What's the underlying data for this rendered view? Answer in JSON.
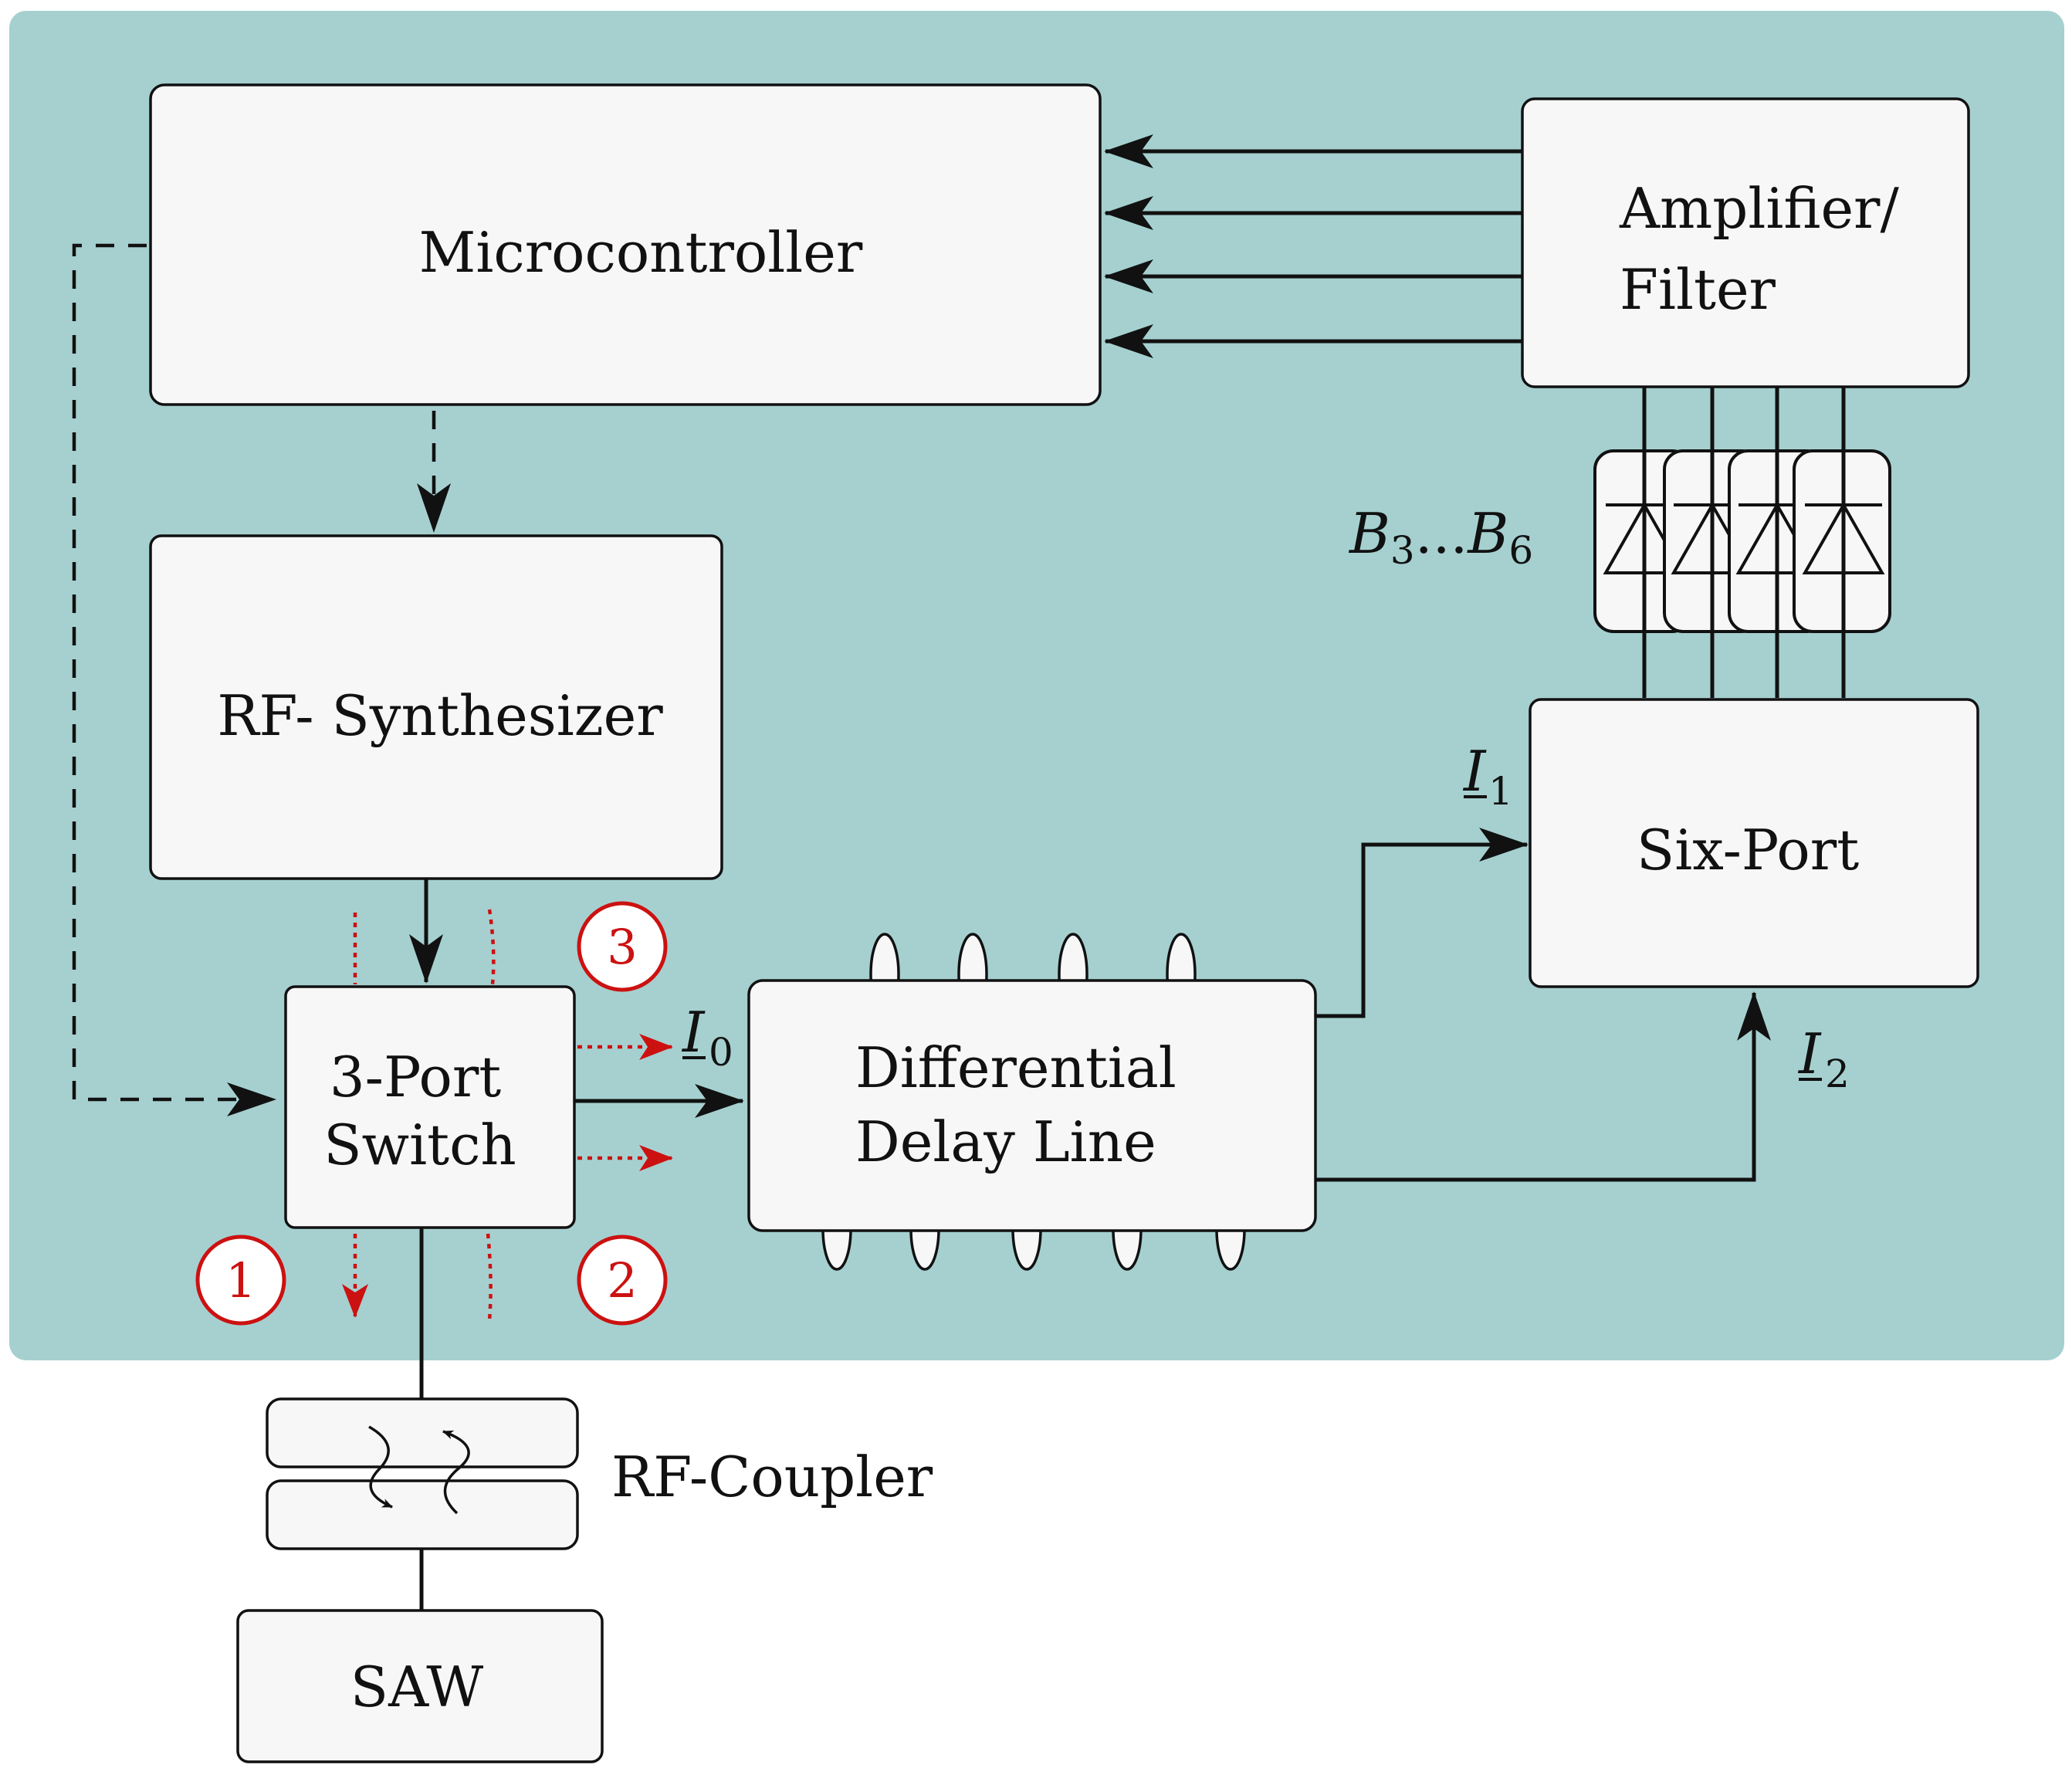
{
  "blocks": {
    "microcontroller": "Microcontroller",
    "amplifier_line1": "Amplifier/",
    "amplifier_line2": "Filter",
    "rf_synthesizer": "RF- Synthesizer",
    "switch_line1": "3-Port",
    "switch_line2": "Switch",
    "delay_line1": "Differential",
    "delay_line2": "Delay Line",
    "six_port": "Six-Port",
    "rf_coupler": "RF-Coupler",
    "saw": "SAW"
  },
  "signals": {
    "i0": {
      "symbol": "I",
      "sub": "0"
    },
    "i1": {
      "symbol": "I",
      "sub": "1"
    },
    "i2": {
      "symbol": "I",
      "sub": "2"
    },
    "b_range": {
      "b_start": "B",
      "b_start_sub": "3",
      "dots": "...",
      "b_end": "B",
      "b_end_sub": "6"
    }
  },
  "markers": [
    "1",
    "2",
    "3"
  ],
  "colors": {
    "panel": "#a6d0d0",
    "block_fill": "#f7f7f7",
    "stroke": "#111111",
    "marker_red": "#cc1111"
  }
}
